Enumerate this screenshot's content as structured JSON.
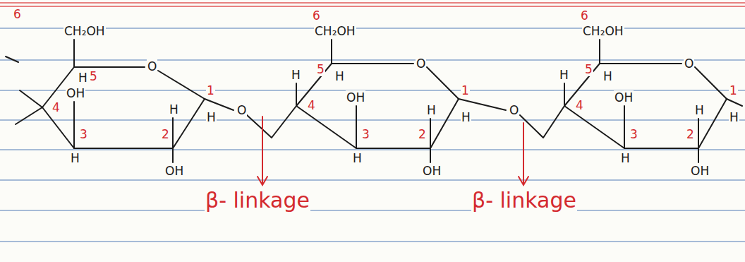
{
  "diagram": {
    "labels": [
      "6",
      "CH₂OH",
      "H",
      "5",
      "4",
      "OH",
      "3",
      "H",
      "O",
      "H",
      "2",
      "OH",
      "1",
      "H",
      "O",
      "6",
      "CH₂OH",
      "H",
      "5",
      "H",
      "4",
      "OH",
      "3",
      "H",
      "O",
      "H",
      "2",
      "OH",
      "1",
      "H",
      "O",
      "6",
      "CH₂OH",
      "H",
      "5",
      "H",
      "4",
      "OH",
      "3",
      "H",
      "O",
      "H",
      "2",
      "OH",
      "1",
      "H",
      "β- linkage",
      "β- linkage"
    ]
  }
}
